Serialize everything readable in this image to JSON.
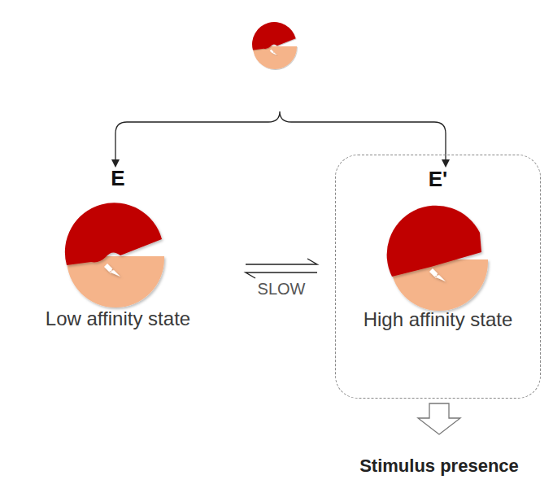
{
  "diagram": {
    "nodes": [
      {
        "text": [
          "E",
          "Low affinity state"
        ]
      },
      {
        "text": [
          "E'",
          "High affinity state"
        ]
      }
    ],
    "edges": [
      {
        "from": 0,
        "to": 1,
        "label": "SLOW",
        "arrow": "both"
      }
    ],
    "labels": [
      "Stimulus presence"
    ]
  }
}
